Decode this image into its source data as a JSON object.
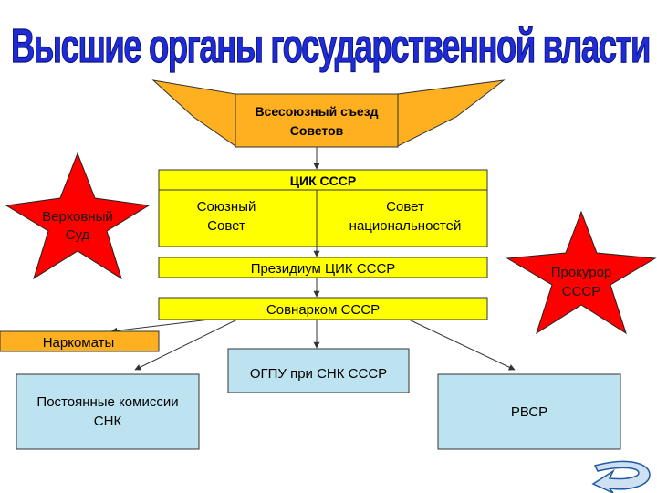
{
  "title": "Высшие органы государственной власти",
  "congress": {
    "line1": "Всесоюзный съезд",
    "line2": "Советов"
  },
  "cik": {
    "label": "ЦИК СССР"
  },
  "union_council": {
    "line1": "Союзный",
    "line2": "Совет"
  },
  "nationalities_council": {
    "line1": "Совет",
    "line2": "национальностей"
  },
  "presidium": {
    "label": "Президиум ЦИК СССР"
  },
  "sovnarkom": {
    "label": "Совнарком СССР"
  },
  "narkomaty": {
    "label": "Наркоматы"
  },
  "ogpu": {
    "label": "ОГПУ при СНК СССР"
  },
  "commissions": {
    "line1": "Постоянные комиссии",
    "line2": "СНК"
  },
  "rvsr": {
    "label": "РВСР"
  },
  "supreme_court": {
    "line1": "Верховный",
    "line2": "Суд"
  },
  "prosecutor": {
    "line1": "Прокурор",
    "line2": "СССР"
  },
  "back_icon": "curved-arrow-icon",
  "colors": {
    "title": "#1f2bd6",
    "star": "#ff0000",
    "congress": "#ffb020",
    "box_yellow": "#ffff00",
    "box_orange": "#ffb020",
    "box_blue": "#bde3f0"
  }
}
